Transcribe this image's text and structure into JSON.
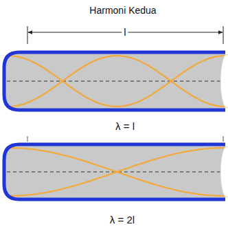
{
  "diagram": {
    "title": "Harmoni Kedua",
    "labels": [
      "l",
      "λ = l",
      "λ = 2l"
    ]
  }
}
